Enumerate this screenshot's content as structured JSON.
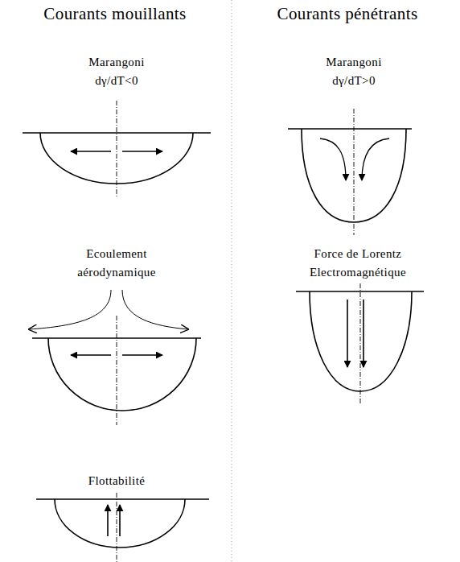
{
  "diagram": {
    "labels": [
      "Courants mouillants",
      "Courants pénétrants",
      "Marangoni",
      "dγ/dT<0",
      "Ecoulement aérodynamique",
      "Flottabilité",
      "Marangoni",
      "dγ/dT>0",
      "Force de Lorentz Electromagnétique"
    ]
  }
}
